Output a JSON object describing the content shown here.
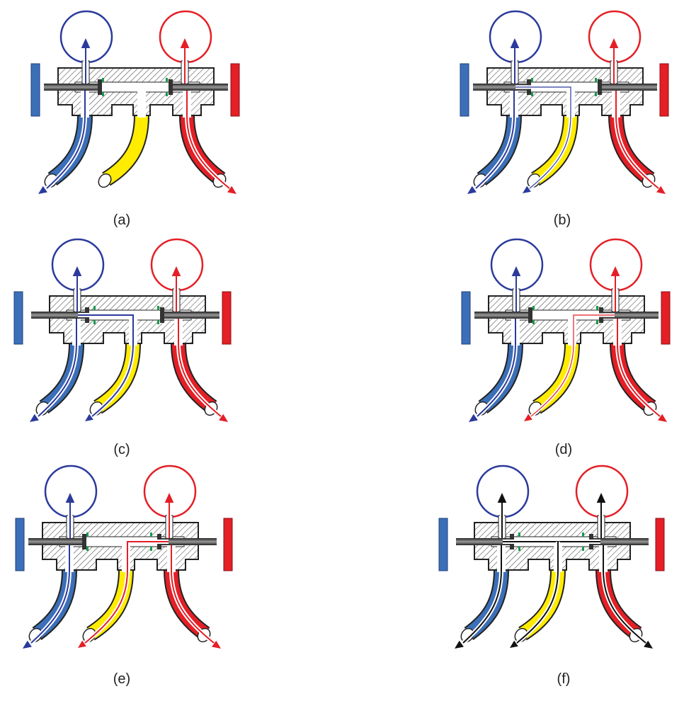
{
  "colors": {
    "low_side": "#2b3a9c",
    "low_hose": "#3b6fb8",
    "high_side": "#e41f26",
    "charge_hose": "#ffec00",
    "body_hatch": "#555555",
    "stem": "#444444",
    "seal": "#1a9a4a",
    "outline": "#222222",
    "flow_black": "#111111"
  },
  "panels": [
    {
      "label": "(a)",
      "left_open": false,
      "right_open": false,
      "path": "none"
    },
    {
      "label": "(b)",
      "left_open": false,
      "right_open": false,
      "path": "low-to-charge-partial"
    },
    {
      "label": "(c)",
      "left_open": true,
      "right_open": false,
      "path": "low-to-charge"
    },
    {
      "label": "(d)",
      "left_open": false,
      "right_open": false,
      "path": "high-to-charge-partial"
    },
    {
      "label": "(e)",
      "left_open": false,
      "right_open": true,
      "path": "high-to-charge"
    },
    {
      "label": "(f)",
      "left_open": true,
      "right_open": true,
      "path": "all-open"
    }
  ]
}
